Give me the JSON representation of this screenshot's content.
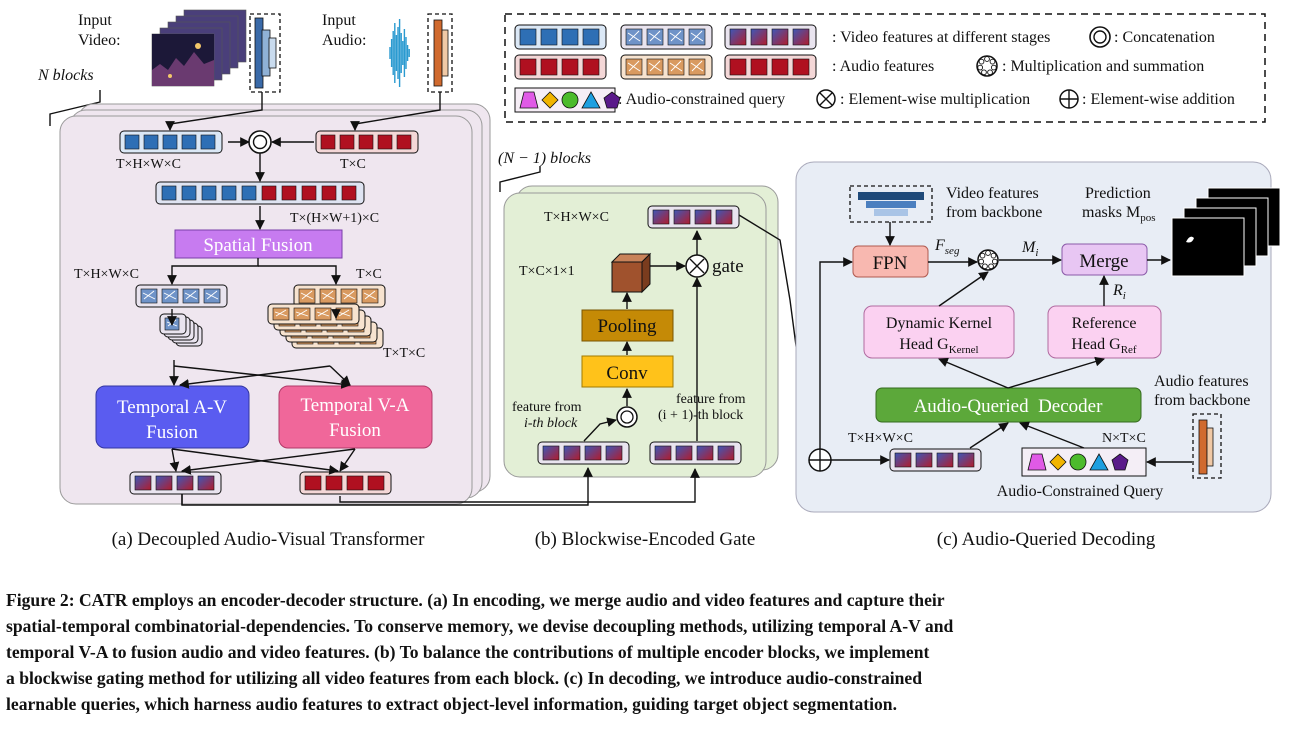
{
  "input_video": "Input\nVideo:",
  "input_audio": "Input\nAudio:",
  "n_blocks": "N blocks",
  "n1_blocks": "(N − 1) blocks",
  "legend": {
    "video_features": ": Video features at different stages",
    "concatenation": ": Concatenation",
    "audio_features": ": Audio features",
    "mult_sum": ": Multiplication and summation",
    "audio_query": ": Audio-constrained query",
    "elem_mult": ": Element-wise multiplication",
    "elem_add": ": Element-wise addition"
  },
  "panel_a": {
    "dim_video": "T×H×W×C",
    "dim_audio": "T×C",
    "dim_concat": "T×(H×W+1)×C",
    "spatial_fusion": "Spatial Fusion",
    "dim_video2": "T×H×W×C",
    "dim_audio2": "T×C",
    "dim_ttc": "T×T×C",
    "temporal_av": "Temporal A-V\nFusion",
    "temporal_va": "Temporal V-A\nFusion",
    "caption": "(a) Decoupled Audio-Visual Transformer"
  },
  "panel_b": {
    "dim_out": "T×H×W×C",
    "dim_gate": "T×C×1×1",
    "gate": "gate",
    "pooling": "Pooling",
    "conv": "Conv",
    "feat_i": "feature from\ni-th block",
    "feat_i1": "feature from\n(i + 1)-th block",
    "caption": "(b) Blockwise-Encoded Gate"
  },
  "panel_c": {
    "video_backbone": "Video features\nfrom backbone",
    "prediction": "Prediction\nmasks M_pos",
    "fpn": "FPN",
    "f_seg": "F_seg",
    "m_i": "M_i",
    "merge": "Merge",
    "r_i": "R_i",
    "dyn_head": "Dynamic Kernel\nHead G_Kernel",
    "ref_head": "Reference\nHead G_Ref",
    "decoder": "Audio-Queried  Decoder",
    "audio_backbone": "Audio features\nfrom backbone",
    "dim_video": "T×H×W×C",
    "dim_query": "N×T×C",
    "query_label": "Audio-Constrained Query",
    "caption": "(c) Audio-Queried Decoding"
  },
  "figure_caption": [
    "Figure 2: CATR employs an encoder-decoder structure. (a) In encoding, we merge audio and video features and capture their",
    "spatial-temporal combinatorial-dependencies. To conserve memory, we devise decoupling methods, utilizing temporal A-V and",
    "temporal V-A to fusion audio and video features. (b) To balance the contributions of multiple encoder blocks, we implement",
    "a blockwise gating method for utilizing all video features from each block. (c) In decoding, we introduce audio-constrained",
    "learnable queries, which harness audio features to extract object-level information, guiding target object segmentation."
  ],
  "colors": {
    "video_blue": "#2e6fb5",
    "audio_red": "#b01020",
    "spatial_fusion": "#c77bf0",
    "temporal_av": "#5a5cf0",
    "temporal_va": "#f0679a",
    "panel_a_bg": "#efe6ef",
    "panel_b_bg": "#e3efd6",
    "panel_c_bg": "#e8edf5",
    "fpn": "#f8b8b0",
    "merge": "#e8c6f3",
    "heads": "#fbd1f1",
    "decoder": "#5ca83a",
    "pooling": "#c58a06",
    "conv": "#ffc21a"
  }
}
